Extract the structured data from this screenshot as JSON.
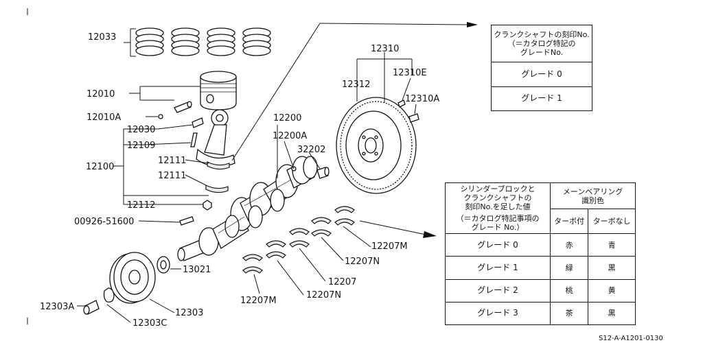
{
  "labels": {
    "rings": "12033",
    "piston": "12010",
    "pin_clip": "12010A",
    "bushing": "12030",
    "rod_bolt": "12109",
    "rod_brg_upper": "12111",
    "rod_brg_lower": "12111",
    "rod_assy": "12100",
    "rod_nut": "12112",
    "pin": "00926-51600",
    "crank": "12200",
    "crank_plug": "12200A",
    "pilot": "32202",
    "flywheel": "12310",
    "ring_gear": "12312",
    "dowel": "12310E",
    "fw_bolt": "12310A",
    "key": "13021",
    "brg_m1": "12207M",
    "brg_n1": "12207N",
    "brg_std": "12207",
    "brg_n2": "12207N",
    "brg_m2": "12207M",
    "pulley": "12303",
    "pulley_washer": "12303C",
    "pulley_bolt": "12303A"
  },
  "table1": {
    "header_line1": "クランクシャフトの刻印No.",
    "header_line2": "（＝カタログ特記の",
    "header_line3": "グレードNo.",
    "rows": [
      "グレード 0",
      "グレード 1"
    ]
  },
  "table2": {
    "h_left_1": "シリンダーブロックと",
    "h_left_2": "クランクシャフトの",
    "h_left_3": "刻印No.を足した値",
    "h_left_4": "（＝カタログ特記事項の",
    "h_left_5": "グレード No.）",
    "h_right": "メーンベアリング",
    "h_right_2": "識別色",
    "h_turbo": "ターボ付",
    "h_noturbo": "ターボなし",
    "rows": [
      {
        "grade": "グレード 0",
        "turbo": "赤",
        "noturbo": "青"
      },
      {
        "grade": "グレード 1",
        "turbo": "緑",
        "noturbo": "黒"
      },
      {
        "grade": "グレード 2",
        "turbo": "桃",
        "noturbo": "黄"
      },
      {
        "grade": "グレード 3",
        "turbo": "茶",
        "noturbo": "黒"
      }
    ]
  },
  "footer_code": "S12-A-A1201-0130"
}
